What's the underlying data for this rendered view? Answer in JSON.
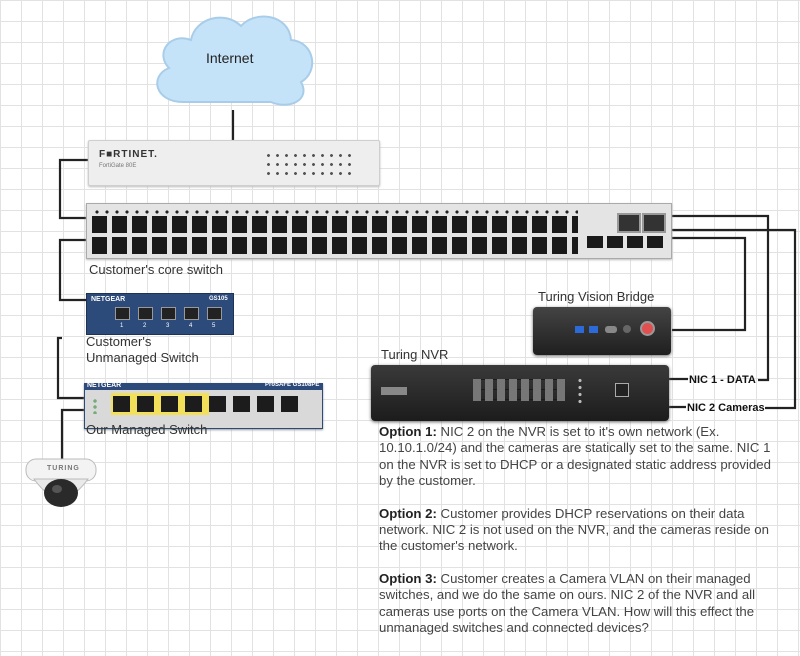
{
  "internet": {
    "label": "Internet"
  },
  "firewall": {
    "brand": "F■RTINET.",
    "model": "FortiGate 80E"
  },
  "core_switch": {
    "label": "Customer's core switch"
  },
  "unmanaged_switch": {
    "brand": "NETGEAR",
    "model": "GS105",
    "label_line1": "Customer's",
    "label_line2": "Unmanaged Switch",
    "ports": [
      "1",
      "2",
      "3",
      "4",
      "5"
    ]
  },
  "managed_switch": {
    "brand": "NETGEAR",
    "model": "ProSAFE GS108PE",
    "label": "Our Managed Switch"
  },
  "bridge": {
    "label": "Turing Vision Bridge"
  },
  "nvr": {
    "label": "Turing NVR",
    "nic1": "NIC 1 - DATA",
    "nic2": "NIC 2 Cameras"
  },
  "camera": {
    "brand": "TURING"
  },
  "options": [
    {
      "title": "Option 1:",
      "text": " NIC 2 on the NVR is set to it's own network (Ex. 10.10.1.0/24) and the cameras are statically set to the same.  NIC 1 on the NVR is set to DHCP or a designated static address provided by the customer."
    },
    {
      "title": "Option 2:",
      "text": " Customer provides DHCP reservations on their data network. NIC 2 is not used on the NVR, and the cameras reside on the customer's network."
    },
    {
      "title": "Option 3:",
      "text": " Customer creates a Camera VLAN on their managed switches, and we do the same on ours. NIC 2 of the NVR and all cameras use ports on the Camera VLAN. How will this effect the unmanaged switches and connected devices?"
    }
  ],
  "colors": {
    "cloud": "#c5e3f8",
    "cloud_stroke": "#a9cde9",
    "switch_body": "#e6e6e6",
    "netgear_blue": "#2c4a7a",
    "nvr_body": "#2a2a2a",
    "wire": "#222222"
  }
}
